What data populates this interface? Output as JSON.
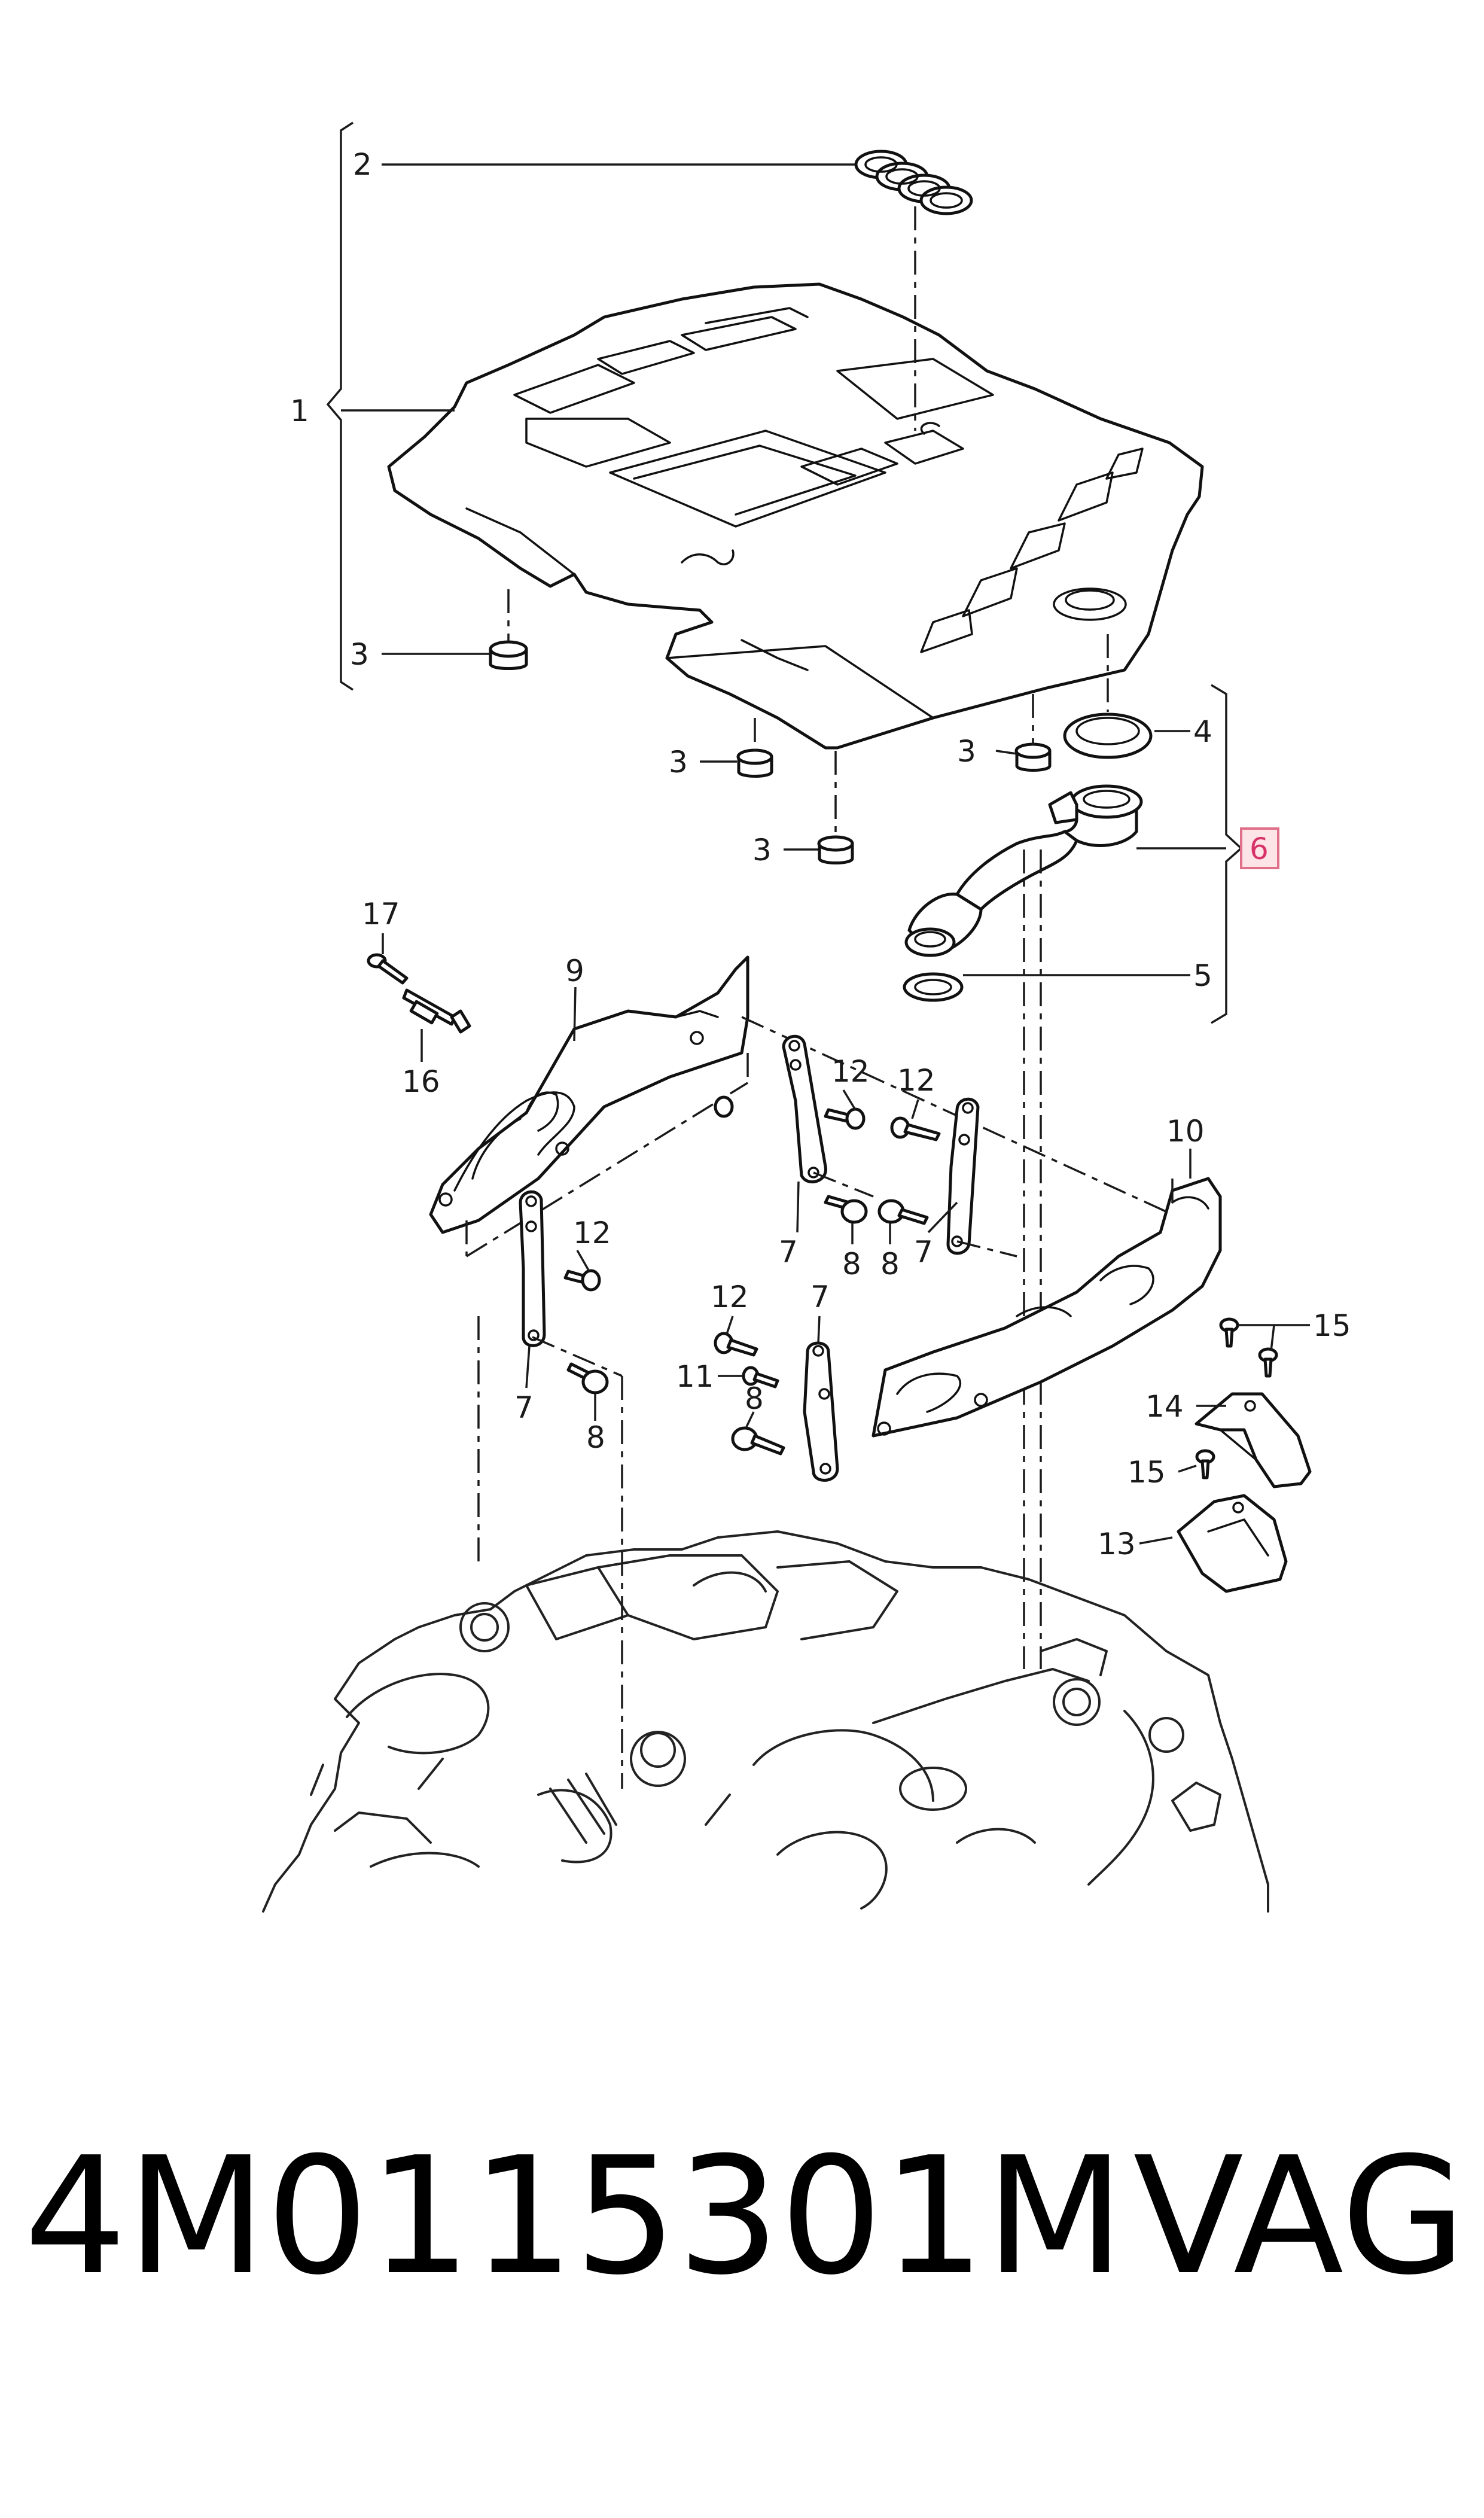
{
  "callouts": {
    "c1": "1",
    "c2": "2",
    "c3": "3",
    "c4": "4",
    "c5": "5",
    "c6": "6",
    "c7": "7",
    "c8": "8",
    "c9": "9",
    "c10": "10",
    "c11": "11",
    "c12": "12",
    "c13": "13",
    "c14": "14",
    "c15": "15",
    "c16": "16",
    "c17": "17"
  },
  "highlighted_callout": "6",
  "colors": {
    "highlight_fill": "#fde4e6",
    "highlight_border": "#e0708a",
    "highlight_text": "#d7336a",
    "line": "#111111"
  },
  "footer": {
    "part_number": "4M0115301M",
    "brand": "VAG"
  }
}
